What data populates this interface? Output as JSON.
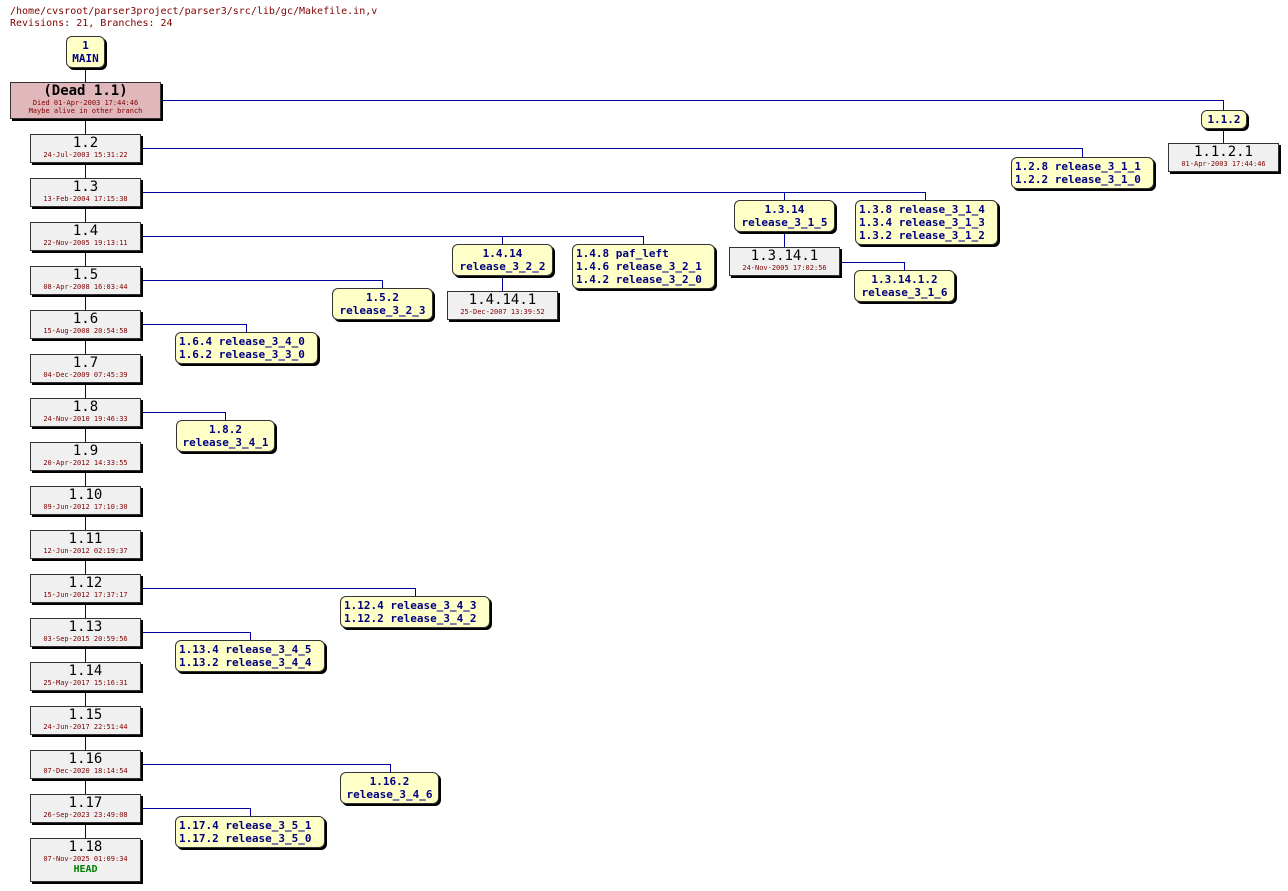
{
  "header": {
    "path": "/home/cvsroot/parser3project/parser3/src/lib/gc/Makefile.in,v",
    "summary": "Revisions: 21, Branches: 24"
  },
  "main_tag": [
    "1",
    "MAIN"
  ],
  "dead": {
    "title": "(Dead 1.1)",
    "died": "Died 01-Apr-2003 17:44:46",
    "note": "Maybe alive in other branch"
  },
  "revisions": [
    {
      "num": "1.2",
      "date": "24-Jul-2003 15:31:22"
    },
    {
      "num": "1.3",
      "date": "13-Feb-2004 17:15:38"
    },
    {
      "num": "1.4",
      "date": "22-Nov-2005 19:13:11"
    },
    {
      "num": "1.5",
      "date": "08-Apr-2008 16:03:44"
    },
    {
      "num": "1.6",
      "date": "15-Aug-2008 20:54:58"
    },
    {
      "num": "1.7",
      "date": "04-Dec-2009 07:45:39"
    },
    {
      "num": "1.8",
      "date": "24-Nov-2010 19:46:33"
    },
    {
      "num": "1.9",
      "date": "20-Apr-2012 14:33:55"
    },
    {
      "num": "1.10",
      "date": "09-Jun-2012 17:10:30"
    },
    {
      "num": "1.11",
      "date": "12-Jun-2012 02:19:37"
    },
    {
      "num": "1.12",
      "date": "15-Jun-2012 17:37:17"
    },
    {
      "num": "1.13",
      "date": "03-Sep-2015 20:59:56"
    },
    {
      "num": "1.14",
      "date": "25-May-2017 15:16:31"
    },
    {
      "num": "1.15",
      "date": "24-Jun-2017 22:51:44"
    },
    {
      "num": "1.16",
      "date": "07-Dec-2020 18:14:54"
    },
    {
      "num": "1.17",
      "date": "26-Sep-2023 23:49:08"
    },
    {
      "num": "1.18",
      "date": "07-Nov-2025 01:09:34",
      "head": "HEAD"
    }
  ],
  "branch_revisions": [
    {
      "num": "1.1.2.1",
      "date": "01-Apr-2003 17:44:46"
    },
    {
      "num": "1.3.14.1",
      "date": "24-Nov-2005 17:02:56"
    },
    {
      "num": "1.4.14.1",
      "date": "25-Dec-2007 13:39:52"
    }
  ],
  "tags": {
    "t_1_1_2": [
      "1.1.2"
    ],
    "t_1_2": [
      "1.2.8 release_3_1_1",
      "1.2.2 release_3_1_0"
    ],
    "t_1_3_14": [
      "1.3.14",
      "release_3_1_5"
    ],
    "t_1_3_8": [
      "1.3.8 release_3_1_4",
      "1.3.4 release_3_1_3",
      "1.3.2 release_3_1_2"
    ],
    "t_1_4_14": [
      "1.4.14",
      "release_3_2_2"
    ],
    "t_1_4_8": [
      "1.4.8 paf_left",
      "1.4.6 release_3_2_1",
      "1.4.2 release_3_2_0"
    ],
    "t_1_3_14_1_2": [
      "1.3.14.1.2",
      "release_3_1_6"
    ],
    "t_1_5_2": [
      "1.5.2",
      "release_3_2_3"
    ],
    "t_1_6": [
      "1.6.4 release_3_4_0",
      "1.6.2 release_3_3_0"
    ],
    "t_1_8_2": [
      "1.8.2",
      "release_3_4_1"
    ],
    "t_1_12": [
      "1.12.4 release_3_4_3",
      "1.12.2 release_3_4_2"
    ],
    "t_1_13": [
      "1.13.4 release_3_4_5",
      "1.13.2 release_3_4_4"
    ],
    "t_1_16_2": [
      "1.16.2",
      "release_3_4_6"
    ],
    "t_1_17": [
      "1.17.4 release_3_5_1",
      "1.17.2 release_3_5_0"
    ]
  },
  "colors": {
    "line": "#0000a0",
    "rev_bg": "#f0f0f0",
    "tag_bg": "#ffffc8",
    "dead_bg": "#e0b8bc",
    "tag_text": "#000080",
    "date_text": "#800000",
    "head_text": "#008000"
  }
}
